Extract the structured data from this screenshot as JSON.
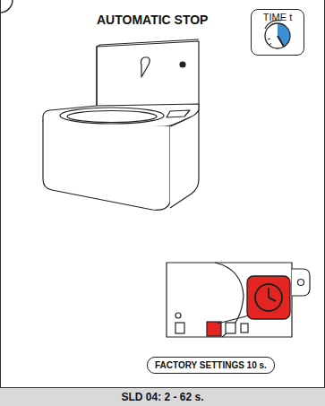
{
  "diagram": {
    "title": "AUTOMATIC STOP",
    "nodes": [
      {
        "text": [
          "TIME t"
        ]
      },
      {
        "text": [
          "FACTORY SETTINGS 10 s."
        ]
      },
      {
        "text": [
          "SLD 04: 2 - 62 s."
        ]
      }
    ]
  }
}
